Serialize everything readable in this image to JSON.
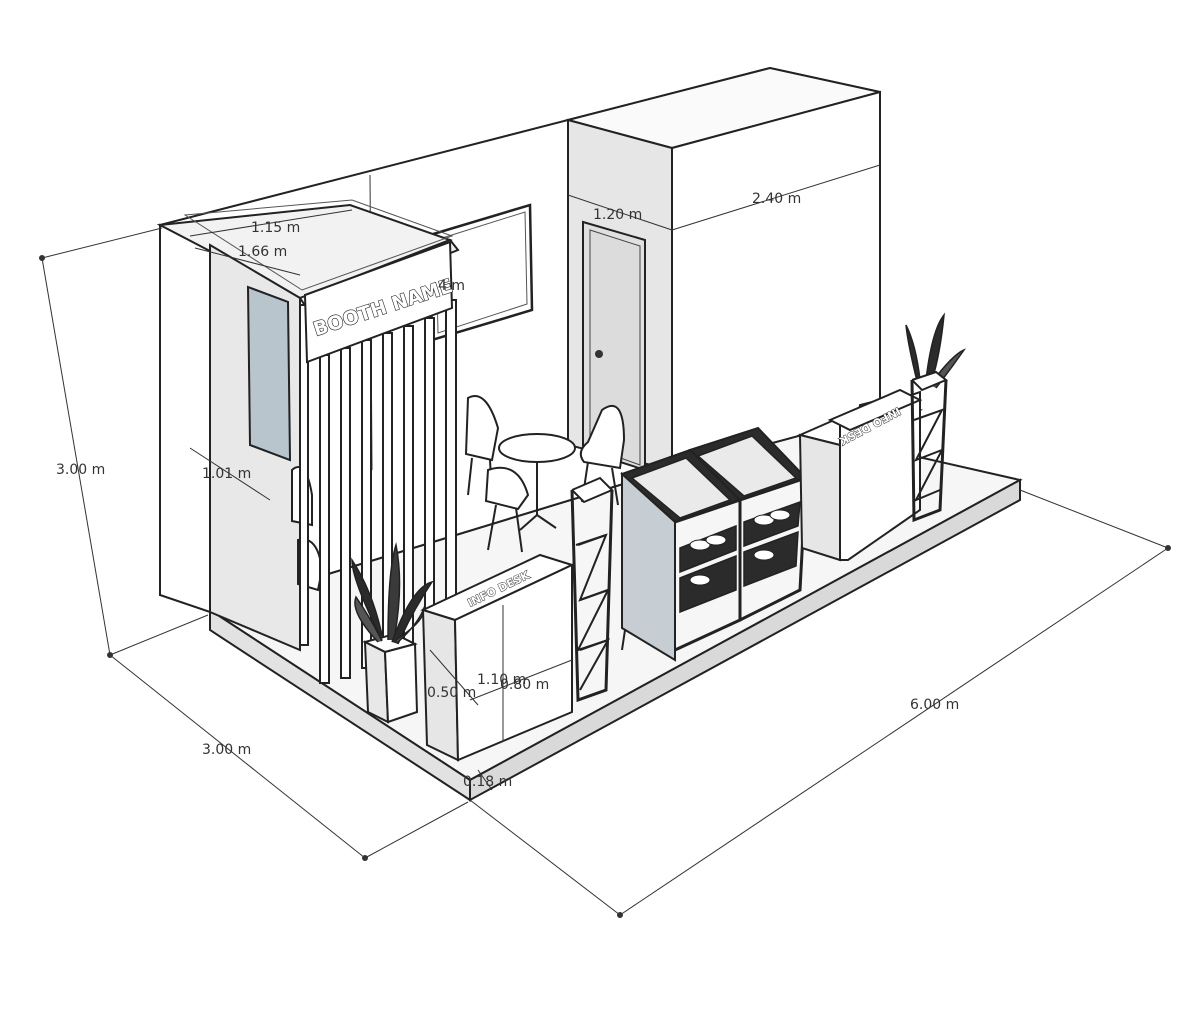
{
  "signage": {
    "booth_name": "BOOTH NAME",
    "info_desk_front": "INFO DESK",
    "info_desk_back": "INFO DESK"
  },
  "dimensions": {
    "overall_length": "6.00 m",
    "overall_depth": "3.00 m",
    "overall_height": "3.00 m",
    "storage_width": "2.40 m",
    "storage_depth": "1.20 m",
    "header_width_top": "1.15 m",
    "header_width_inner": "1.66 m",
    "header_height": "1.01 m",
    "partial_label": "4 m",
    "desk_width": "1.10 m",
    "desk_depth": "0.50 m",
    "desk_height": "0.80 m",
    "floor_height": "0.18 m"
  },
  "colors": {
    "line": "#222222",
    "wall": "#ffffff",
    "wall_shade": "#e9e9e9",
    "floor": "#f4f4f4",
    "glass": "#b9c5cc",
    "dark": "#2b2b2b"
  }
}
